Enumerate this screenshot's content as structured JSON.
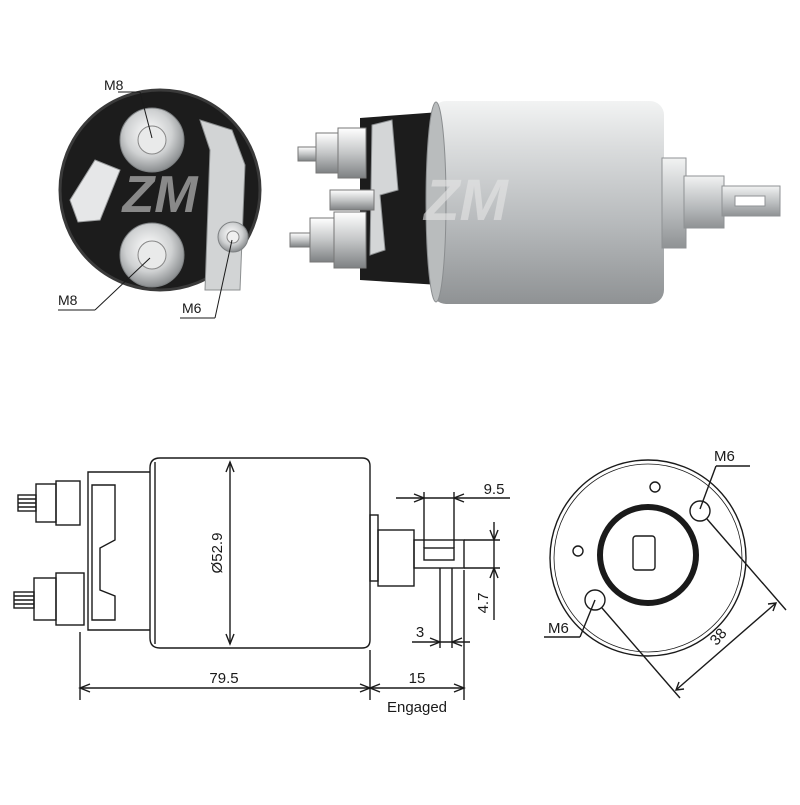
{
  "top_views": {
    "end_view_labels": {
      "terminal_top": "M8",
      "terminal_bottom": "M8",
      "terminal_small": "M6"
    },
    "watermark": "ZM"
  },
  "drawing": {
    "dimensions": {
      "body_length": "79.5",
      "body_diameter": "Ø52.9",
      "plunger_travel": "15",
      "travel_state": "Engaged",
      "slot_width": "9.5",
      "slot_offset": "4.7",
      "tab_thickness": "3",
      "mount_hole_spacing": "38"
    },
    "mount_holes": {
      "upper": "M6",
      "lower": "M6"
    }
  },
  "colors": {
    "line": "#1a1a1a",
    "body_silver": "#c9cbcc",
    "body_dark": "#1c1c1c",
    "watermark": "#d9d9d9"
  }
}
